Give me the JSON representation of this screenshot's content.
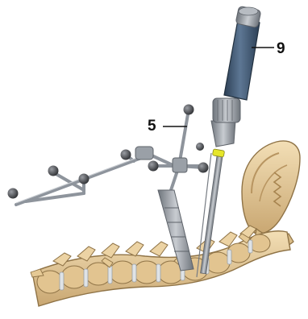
{
  "callouts": {
    "label_9": "9",
    "label_5": "5"
  },
  "colors": {
    "bone": "#e9cf9f",
    "bone_shadow": "#c6a56e",
    "bone_outline": "#8f7346",
    "instrument_metal": "#8e949c",
    "handle_blue": "#3e5670",
    "marker_ball": "#4a4c50",
    "highlight_yellow": "#e6e62a"
  },
  "icons": {
    "spine": "vertebral-column-illustration",
    "drill": "navigated-drill-guide-illustration",
    "reference_array": "tracking-marker-array-illustration",
    "pelvis": "iliac-crest-illustration"
  }
}
